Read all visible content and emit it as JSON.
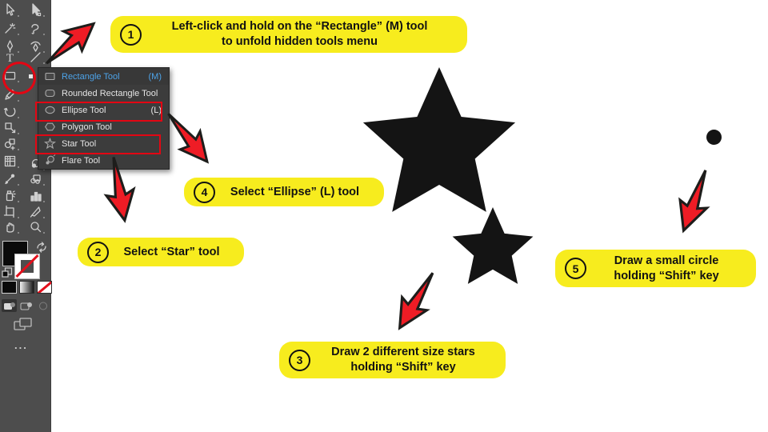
{
  "colors": {
    "toolbar_bg": "#4d4d4d",
    "menu_bg": "#3c3c3c",
    "menu_selected_text": "#4da3e8",
    "annotation_red": "#ee1c25",
    "callout_yellow": "#f7ec1e",
    "shape_black": "#141414"
  },
  "toolbar": {
    "visible_tools": [
      "selection",
      "direct-selection",
      "magic-wand",
      "lasso",
      "pen",
      "curvature",
      "type",
      "line-segment",
      "rectangle",
      "shaper",
      "rotate",
      "scale",
      "shape-builder",
      "mesh",
      "gradient",
      "eyedropper",
      "blend",
      "symbol-sprayer",
      "column-graph",
      "artboard",
      "slice",
      "hand",
      "zoom"
    ],
    "fill_color": "#000000",
    "stroke_style": "none",
    "more_label": "..."
  },
  "flyout": {
    "items": [
      {
        "label": "Rectangle Tool",
        "shortcut": "(M)",
        "selected": true,
        "boxed": false
      },
      {
        "label": "Rounded Rectangle Tool",
        "shortcut": "",
        "selected": false,
        "boxed": false
      },
      {
        "label": "Ellipse Tool",
        "shortcut": "(L)",
        "selected": false,
        "boxed": true
      },
      {
        "label": "Polygon Tool",
        "shortcut": "",
        "selected": false,
        "boxed": false
      },
      {
        "label": "Star Tool",
        "shortcut": "",
        "selected": false,
        "boxed": true
      },
      {
        "label": "Flare Tool",
        "shortcut": "",
        "selected": false,
        "boxed": false
      }
    ]
  },
  "callouts": [
    {
      "number": "1",
      "line1": "Left-click and hold on the “Rectangle” (M) tool",
      "line2": "to unfold hidden tools menu"
    },
    {
      "number": "2",
      "line1": "Select “Star” tool",
      "line2": ""
    },
    {
      "number": "3",
      "line1": "Draw 2 different size stars",
      "line2": "holding “Shift” key"
    },
    {
      "number": "4",
      "line1": "Select “Ellipse” (L) tool",
      "line2": ""
    },
    {
      "number": "5",
      "line1": "Draw a small circle",
      "line2": "holding “Shift” key"
    }
  ],
  "canvas_shapes": {
    "big_star": "filled black 5-point star",
    "small_star": "filled black 5-point star",
    "small_circle": "filled black circle"
  }
}
